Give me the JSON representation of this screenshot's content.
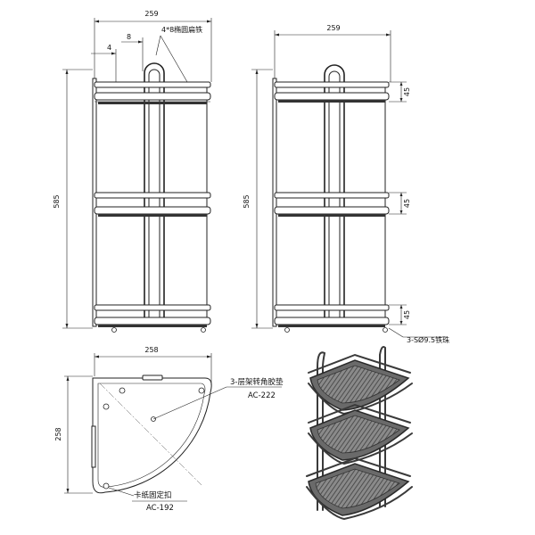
{
  "drawing": {
    "front_view": {
      "overall_width": "259",
      "offset_4": "4",
      "offset_8": "8",
      "material_note": "4*8椭圆扁铁",
      "overall_height": "585"
    },
    "side_view": {
      "overall_width": "259",
      "overall_height": "585",
      "tier_heights": [
        "45",
        "45",
        "45"
      ],
      "screw_note": "3-SØ9.5铁珠"
    },
    "top_view": {
      "width": "258",
      "depth": "258",
      "pad_note_line1": "3-层架转角胶垫",
      "pad_note_line2": "AC-222",
      "clip_note_line1": "卡纸固定扣",
      "clip_note_line2": "AC-192"
    }
  }
}
